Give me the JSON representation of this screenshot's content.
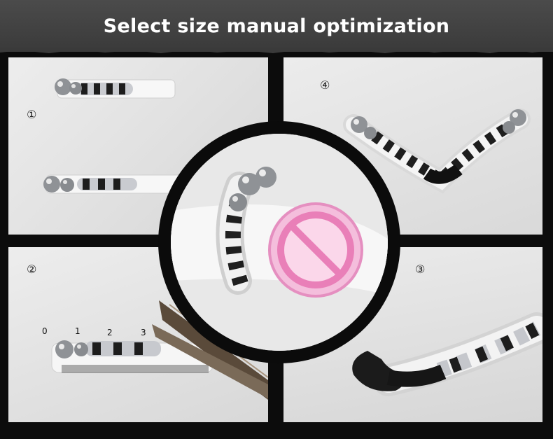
{
  "banner": {
    "title": "Select size manual optimization"
  },
  "steps": {
    "step1": "①",
    "step2": "②",
    "step3": "③",
    "step4": "④"
  },
  "ruler": {
    "marks": [
      "0",
      "1",
      "2",
      "3"
    ]
  },
  "colors": {
    "banner_bg": "#454545",
    "page_bg": "#0c0c0c",
    "censor_fill": "#f4bedc",
    "censor_stroke": "#e58fc0"
  },
  "icons": {
    "censor": "prohibited-sign-icon"
  }
}
